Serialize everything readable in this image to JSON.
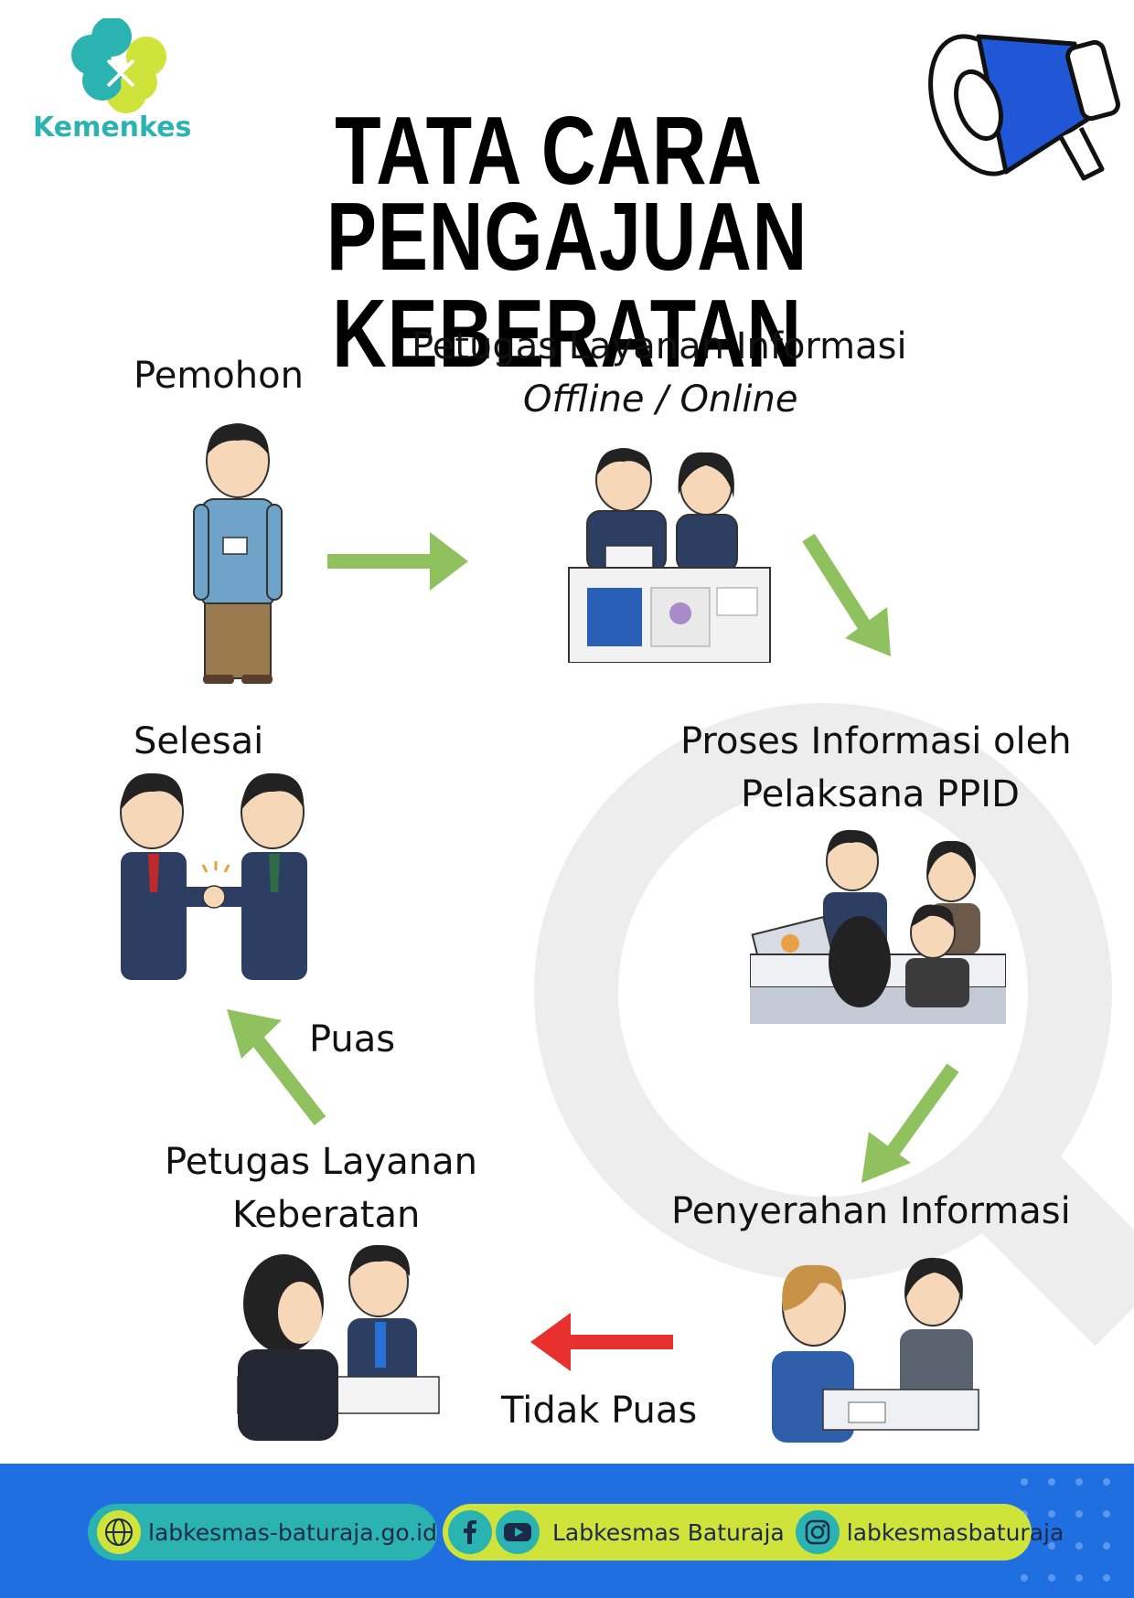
{
  "logo": {
    "name": "Kemenkes"
  },
  "title": {
    "line1": "TATA CARA",
    "line2": "PENGAJUAN KEBERATAN"
  },
  "steps": {
    "pemohon": {
      "label": "Pemohon"
    },
    "petugas_layanan_informasi": {
      "line1": "Petugas Layanan Informasi",
      "line2": "Offline / Online"
    },
    "proses": {
      "line1": "Proses Informasi oleh",
      "line2": "Pelaksana PPID"
    },
    "penyerahan": {
      "label": "Penyerahan Informasi"
    },
    "petugas_keberatan": {
      "line1": "Petugas Layanan",
      "line2": "Keberatan"
    },
    "selesai": {
      "label": "Selesai"
    }
  },
  "edges": {
    "puas": "Puas",
    "tidak_puas": "Tidak Puas"
  },
  "colors": {
    "arrow_green": "#8fc25f",
    "arrow_red": "#e8302f",
    "footer_blue": "#1f6fe0",
    "accent_lime": "#cfe33a",
    "accent_teal": "#2bb3b1"
  },
  "footer": {
    "website": "labkesmas-baturaja.go.id",
    "social_name": "Labkesmas Baturaja",
    "instagram": "labkesmasbaturaja",
    "icons": [
      "globe-icon",
      "facebook-icon",
      "youtube-icon",
      "instagram-icon"
    ]
  }
}
